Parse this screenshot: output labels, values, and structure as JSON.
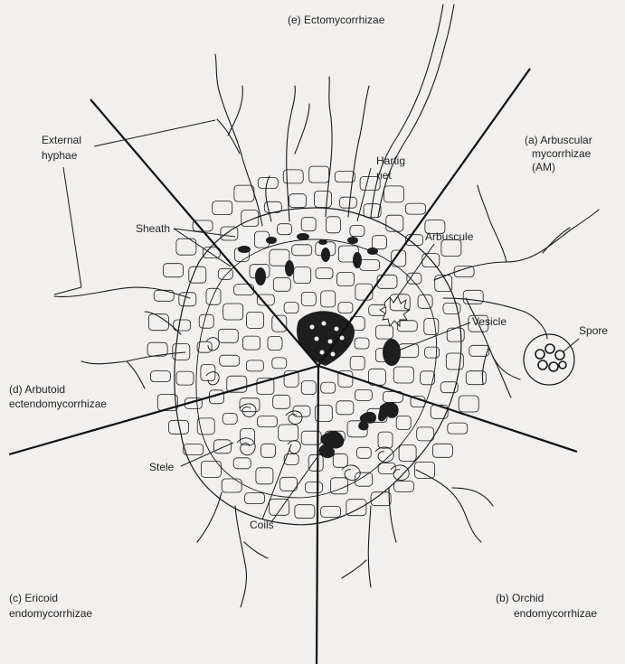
{
  "sections": {
    "ecto": "(e) Ectomycorrhizae",
    "am": [
      "(a) Arbuscular",
      "mycorrhizae",
      "(AM)"
    ],
    "orchid": [
      "(b) Orchid",
      "endomycorrhizae"
    ],
    "ericoid": [
      "(c) Ericoid",
      "endomycorrhizae"
    ],
    "arbutoid": [
      "(d) Arbutoid",
      "ectendomycorrhizae"
    ]
  },
  "structures": {
    "external_hyphae": [
      "External",
      "hyphae"
    ],
    "hartig_net": [
      "Hartig",
      "net"
    ],
    "sheath": "Sheath",
    "arbuscule": "Arbuscule",
    "vesicle": "Vesicle",
    "spore": "Spore",
    "stele": "Stele",
    "coils": "Coils"
  },
  "colors": {
    "background": "#f2f0ee",
    "ink": "#1a1a1a",
    "fill_dark": "#1e1e1e"
  }
}
